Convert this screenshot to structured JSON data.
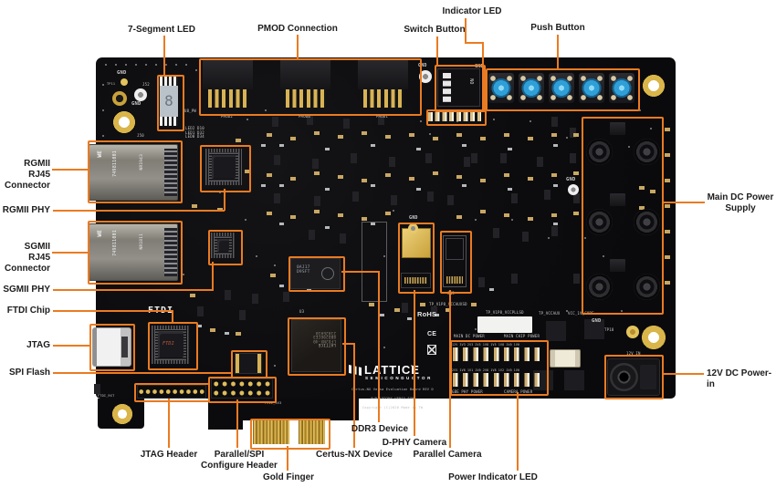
{
  "colors": {
    "accent": "#EA7B22",
    "board": "#0C0C0E",
    "button_blue": "#2F9FD8",
    "gold": "#D8B254"
  },
  "callouts": [
    {
      "id": "seven-segment-led",
      "label": "7-Segment LED"
    },
    {
      "id": "pmod-connection",
      "label": "PMOD Connection"
    },
    {
      "id": "switch-button",
      "label": "Switch Button"
    },
    {
      "id": "indicator-led",
      "label": "Indicator LED"
    },
    {
      "id": "push-button",
      "label": "Push Button"
    },
    {
      "id": "main-dc-power-supply",
      "label": "Main DC Power\nSupply"
    },
    {
      "id": "rgmii-rj45-connector",
      "label": "RGMII RJ45\nConnector"
    },
    {
      "id": "rgmii-phy",
      "label": "RGMII PHY"
    },
    {
      "id": "sgmii-rj45-connector",
      "label": "SGMII RJ45\nConnector"
    },
    {
      "id": "sgmii-phy",
      "label": "SGMII PHY"
    },
    {
      "id": "ftdi-chip",
      "label": "FTDI Chip"
    },
    {
      "id": "jtag",
      "label": "JTAG"
    },
    {
      "id": "spi-flash",
      "label": "SPI Flash"
    },
    {
      "id": "jtag-header",
      "label": "JTAG Header"
    },
    {
      "id": "parallel-spi-configure-header",
      "label": "Parallel/SPI\nConfigure Header"
    },
    {
      "id": "gold-finger",
      "label": "Gold Finger"
    },
    {
      "id": "certus-nx-device",
      "label": "Certus-NX Device"
    },
    {
      "id": "ddr3-device",
      "label": "DDR3 Device"
    },
    {
      "id": "d-phy-camera",
      "label": "D-PHY Camera"
    },
    {
      "id": "parallel-camera",
      "label": "Parallel Camera"
    },
    {
      "id": "power-indicator-led",
      "label": "Power Indicator LED"
    },
    {
      "id": "12v-dc-power-in",
      "label": "12V DC Power-in"
    }
  ],
  "silkscreen": {
    "gnd": "GND",
    "tp11": "TP11",
    "j52": "J52",
    "j50": "J50",
    "u8_pw": "U8_PW",
    "u3": "U3",
    "cn3": "CN3",
    "tp18": "TP18",
    "led_refs": "LED2 D10\nLED1 D32\nLED0 D34",
    "pmod_refs": [
      "PMOD2",
      "PMOD0",
      "PMOD1"
    ],
    "ftdi": "FTDI",
    "ftdi_rst": "FTDI_RST",
    "pcie_3v3": "PCIE_3V3",
    "rohs": "RoHS",
    "ce": "CE",
    "tp_v1p8_vccauxsd": "TP_V1P8_VCCAUXSD",
    "tp_v1p8_vccpllsd": "TP_V1P8_VCCPLLSD",
    "tp_vccaux": "TP_VCCAUX",
    "vcc_1v_core": "VCC_1V_CORE",
    "main_dc_power": "MAIN DC POWER",
    "main_chip_power": "MAIN CHIP POWER",
    "gbe_phy_power": "GBE PHY POWER",
    "camera_power": "CAMERA POWER",
    "rails_top": "12V 3V3 2V3 2V5 1V8 1V5 1V8 1V0 1V0",
    "rails_bottom": "2V5 1V8 1V1 1V0 2V8 1V8 1V2 1V0 1V0",
    "v12_in": "12V_IN",
    "board_name": "Certus-NX Versa Evaluation Board REV D",
    "board_pn": "P/N:LFD2NX-VERSA-EVN",
    "board_copyright": "Copyright (C)2020 Made in TW"
  },
  "logo": {
    "name": "LATTICE",
    "sub": "SEMICONDUCTOR"
  },
  "parts": {
    "rj45_vendor": "WE",
    "rj45_part": "749811001",
    "rj45_code_top": "NR1943",
    "rj45_code_bottom": "NR1811",
    "ddr3_line1": "0AJ17",
    "ddr3_line2": "D9SFT",
    "certus_brand": "LATTICE",
    "certus_part": "LFD2NX-40",
    "certus_lot": "8BD296CE3",
    "certus_date": "2102EH10",
    "ftdi_marking": "FTDI",
    "dip_on": "ON"
  }
}
